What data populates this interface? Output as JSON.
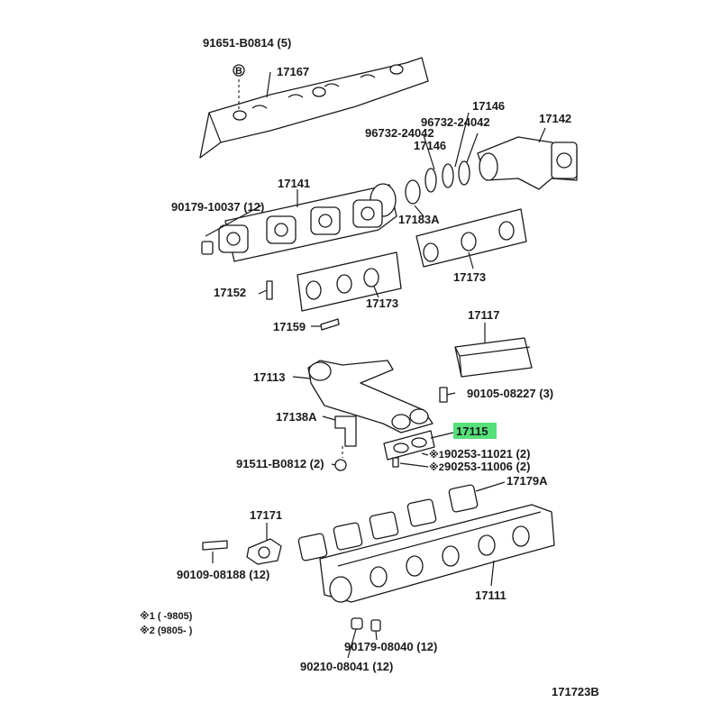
{
  "diagram_id": "171723B",
  "highlight_color": "#55e07a",
  "labels": {
    "p91651_b0814": "91651-B0814 (5)",
    "p17167": "17167",
    "p17146_top": "17146",
    "p96732_a": "96732-24042",
    "p96732_b": "96732-24042",
    "p17146_mid": "17146",
    "p17142": "17142",
    "p17141": "17141",
    "p90179_10037": "90179-10037 (12)",
    "p17183a": "17183A",
    "p17173_left": "17173",
    "p17173_right": "17173",
    "p17152": "17152",
    "p17159": "17159",
    "p17117": "17117",
    "p17113": "17113",
    "p90105_08227": "90105-08227 (3)",
    "p17138a": "17138A",
    "p17115": "17115",
    "p90253_11021": "90253-11021 (2)",
    "p90253_11006": "90253-11006 (2)",
    "p91511_b0812": "91511-B0812 (2)",
    "p17179a": "17179A",
    "p17171": "17171",
    "p90109_08188": "90109-08188 (12)",
    "p17111": "17111",
    "p90179_08040": "90179-08040 (12)",
    "p90210_08041": "90210-08041 (12)"
  },
  "marks": {
    "star1": "※1",
    "star2": "※2",
    "circled_b": "B"
  },
  "legend": {
    "note1": "※1  (      -9805)",
    "note2": "※2  (9805-       )"
  }
}
